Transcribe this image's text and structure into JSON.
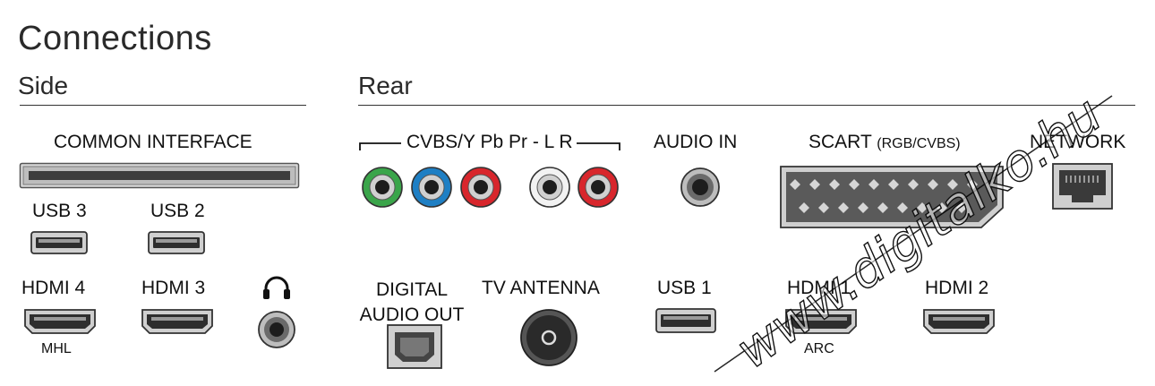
{
  "title": "Connections",
  "sections": {
    "side": "Side",
    "rear": "Rear"
  },
  "side": {
    "common_interface": "COMMON INTERFACE",
    "usb3": "USB 3",
    "usb2": "USB 2",
    "hdmi4": "HDMI 4",
    "hdmi4_sub": "MHL",
    "hdmi3": "HDMI 3",
    "headphone_icon": "headphone-icon"
  },
  "rear": {
    "cvbs_label": "CVBS/Y Pb Pr - L R",
    "audio_in": "AUDIO IN",
    "scart": "SCART",
    "scart_sub": "(RGB/CVBS)",
    "network": "NETWORK",
    "digital_audio_out_line1": "DIGITAL",
    "digital_audio_out_line2": "AUDIO OUT",
    "tv_antenna": "TV ANTENNA",
    "usb1": "USB 1",
    "hdmi1": "HDMI 1",
    "hdmi1_sub": "ARC",
    "hdmi2": "HDMI 2"
  },
  "watermark": "www.digitalko.hu",
  "colors": {
    "rca_green": "#3aa54a",
    "rca_blue": "#1e7fc4",
    "rca_red": "#d8262c",
    "rca_white": "#f2f2f2",
    "port_gray": "#8a8a8a",
    "port_dark": "#3a3a3a"
  }
}
